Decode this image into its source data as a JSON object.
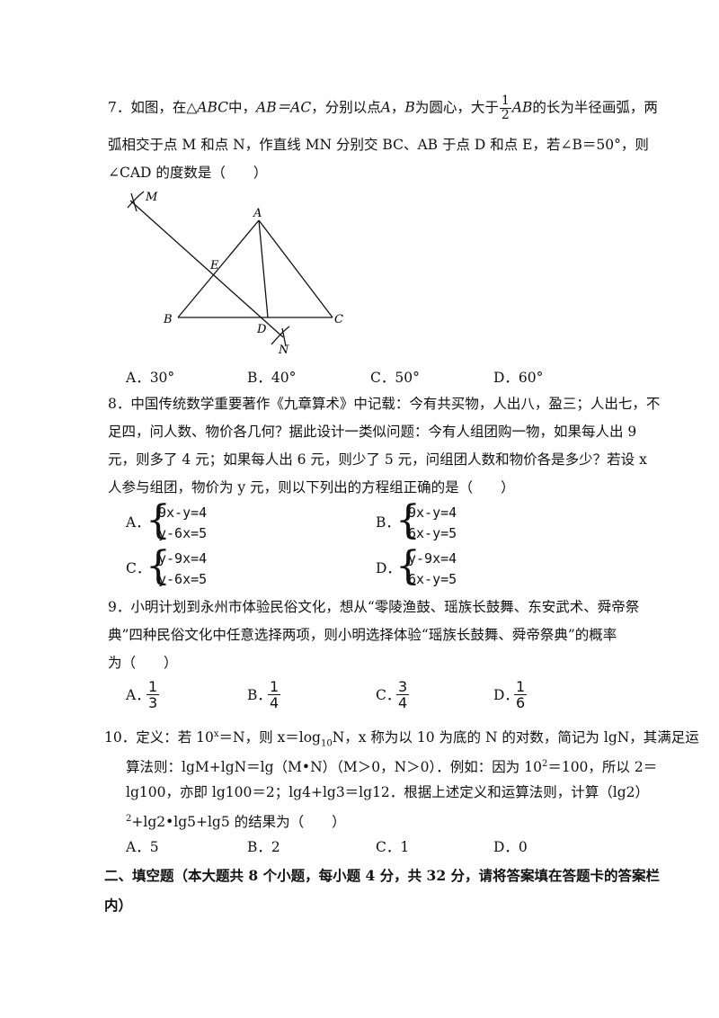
{
  "q7": {
    "line1_a": "7．如图，在△",
    "abc": "ABC",
    "line1_b": "中，",
    "ab_ac": "AB＝AC",
    "line1_c": "，分别以点",
    "pA": "A",
    "sep": "，",
    "pB": "B",
    "line1_d": "为圆心，大于",
    "frac_num": "1",
    "frac_den": "2",
    "ab2": "AB",
    "line1_e": "的长为半径画弧，两",
    "line2": "弧相交于点 M 和点 N，作直线 MN 分别交 BC、AB 于点 D 和点 E，若∠B＝50°，则",
    "line3": "∠CAD 的度数是（　　）",
    "labels": {
      "M": "M",
      "A": "A",
      "E": "E",
      "B": "B",
      "D": "D",
      "C": "C",
      "N": "N"
    },
    "options": [
      "A．30°",
      "B．40°",
      "C．50°",
      "D．60°"
    ]
  },
  "q8": {
    "line1": "8．中国传统数学重要著作《九章算术》中记载：今有共买物，人出八，盈三；人出七，不",
    "line2": "足四，问人数、物价各几何？据此设计一类似问题：今有人组团购一物，如果每人出 9",
    "line3": "元，则多了 4 元；如果每人出 6 元，则少了 5 元，问组团人数和物价各是多少？若设 x",
    "line4": "人参与组团，物价为 y 元，则以下列出的方程组正确的是（　　）",
    "options": [
      {
        "label": "A．",
        "eq1": "9x-y=4",
        "eq2": "y-6x=5"
      },
      {
        "label": "B．",
        "eq1": "9x-y=4",
        "eq2": "6x-y=5"
      },
      {
        "label": "C．",
        "eq1": "y-9x=4",
        "eq2": "y-6x=5"
      },
      {
        "label": "D．",
        "eq1": "y-9x=4",
        "eq2": "6x-y=5"
      }
    ]
  },
  "q9": {
    "line1": "9．小明计划到永州市体验民俗文化，想从“零陵渔鼓、瑶族长鼓舞、东安武术、舜帝祭",
    "line2": "典”四种民俗文化中任意选择两项，则小明选择体验“瑶族长鼓舞、舜帝祭典”的概率",
    "line3": "为（　　）",
    "options": [
      {
        "label": "A．",
        "num": "1",
        "den": "3"
      },
      {
        "label": "B．",
        "num": "1",
        "den": "4"
      },
      {
        "label": "C．",
        "num": "3",
        "den": "4"
      },
      {
        "label": "D．",
        "num": "1",
        "den": "6"
      }
    ]
  },
  "q10": {
    "line1_a": "10．定义：若 10",
    "line1_sup": "x",
    "line1_b": "＝N，则 x＝log",
    "line1_sub": "10",
    "line1_c": "N，x 称为以 10 为底的 N 的对数，简记为 lgN，其满足运",
    "line2": "算法则：lgM+lgN＝lg（M•N）（M＞0，N＞0）．例如：因为 10",
    "line2_sup": "2",
    "line2_b": "＝100，所以 2＝",
    "line3": "lg100，亦即 lg100＝2；lg4+lg3＝lg12．根据上述定义和运算法则，计算（lg2）",
    "line4_sup": "2",
    "line4": "+lg2•lg5+lg5 的结果为（　　）",
    "options": [
      "A．5",
      "B．2",
      "C．1",
      "D．0"
    ]
  },
  "section2": {
    "line1": "二、填空题（本大题共 8 个小题，每小题 4 分，共 32 分，请将答案填在答题卡的答案栏",
    "line2": "内）"
  }
}
